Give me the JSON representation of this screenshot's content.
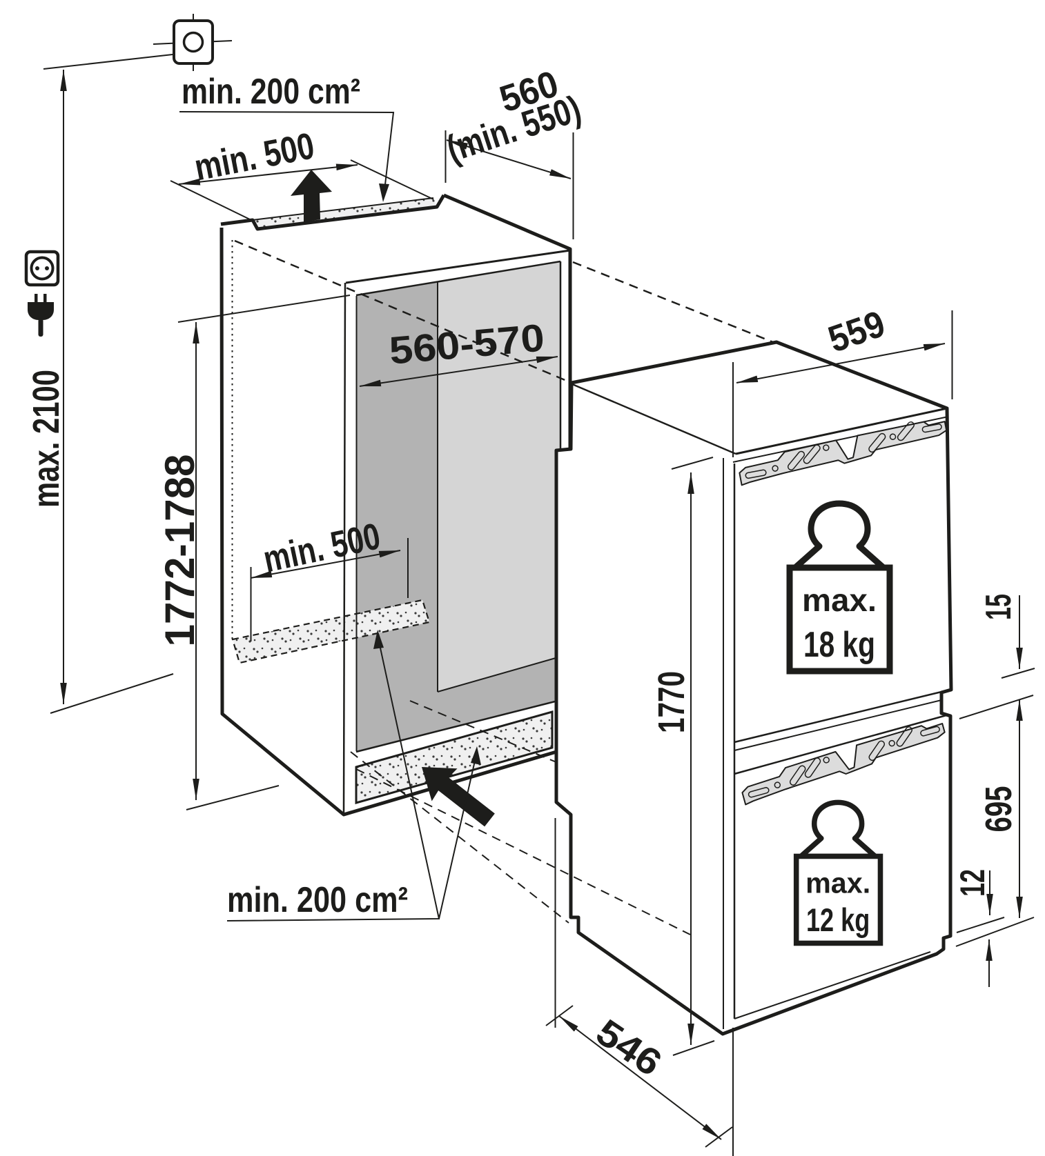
{
  "diagram": {
    "type": "appliance-installation-drawing",
    "description": "Built-in fridge-freezer niche installation dimensions",
    "niche": {
      "vent_top_area": "min. 200 cm²",
      "top_clearance_depth": "min. 500",
      "niche_depth": "560",
      "niche_depth_min": "(min. 550)",
      "niche_width": "560-570",
      "floor_depth_min": "min. 500",
      "vent_bottom_area": "min. 200 cm²",
      "ceiling_height_max": "max. 2100",
      "niche_height": "1772-1788"
    },
    "appliance": {
      "width": "559",
      "height": "1770",
      "top_gap": "15",
      "lower_door_height": "695",
      "bottom_gap": "12",
      "depth": "546",
      "upper_door_load_line1": "max.",
      "upper_door_load_line2": "18 kg",
      "lower_door_load_line1": "max.",
      "lower_door_load_line2": "12 kg"
    },
    "icons": {
      "wall_mount": "wall-mount-crosshair-icon",
      "socket": "power-socket-icon",
      "plug": "power-plug-icon",
      "airflow_top": "airflow-up-arrow",
      "airflow_bottom": "airflow-inlet-arrow",
      "weight_top": "weight-icon",
      "weight_bottom": "weight-icon"
    },
    "colors": {
      "line": "#1d1d1b",
      "wall_dark": "#b3b3b3",
      "wall_light": "#d5d5d5",
      "rail_fill": "#dcdcdc",
      "vent_fill": "#efefef",
      "background": "#ffffff"
    }
  }
}
